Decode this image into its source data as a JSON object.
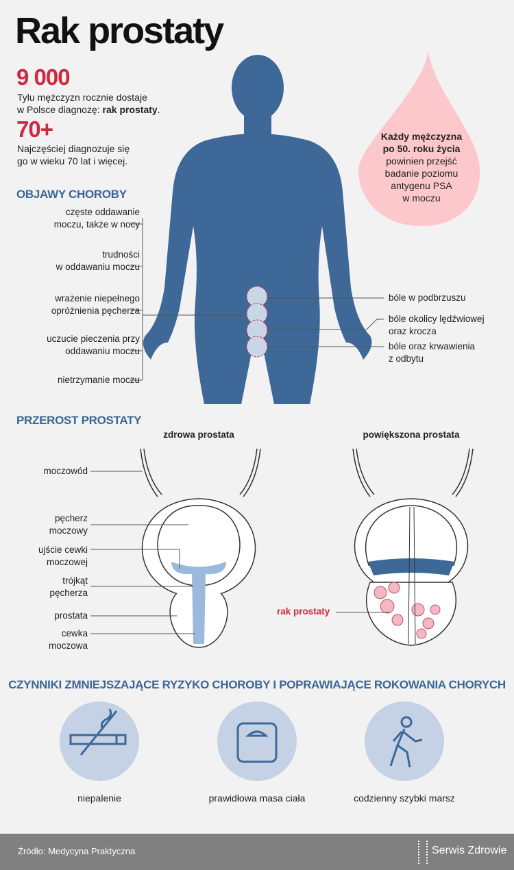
{
  "title": "Rak prostaty",
  "stats": [
    {
      "value": "9 000",
      "text_line1": "Tylu mężczyzn rocznie dostaje",
      "text_line2_pre": "w Polsce diagnozę: ",
      "text_line2_bold": "rak prostaty",
      "text_line2_post": "."
    },
    {
      "value": "70+",
      "text_line1": "Najczęściej diagnozuje się",
      "text_line2": "go w wieku 70 lat i więcej."
    }
  ],
  "psa_drop": {
    "bold1": "Każdy mężczyzna",
    "bold2": "po 50. roku życia",
    "l3": "powinien przejść",
    "l4": "badanie poziomu",
    "l5": "antygenu PSA",
    "l6": "w moczu"
  },
  "symptoms": {
    "heading": "OBJAWY CHOROBY",
    "left": [
      [
        "częste oddawanie",
        "moczu, także w nocy"
      ],
      [
        "trudności",
        "w oddawaniu moczu"
      ],
      [
        "wrażenie niepełnego",
        "opróżnienia pęcherza"
      ],
      [
        "uczucie pieczenia przy",
        "oddawaniu moczu"
      ],
      [
        "nietrzymanie moczu",
        ""
      ]
    ],
    "right": [
      [
        "bóle w podbrzuszu",
        ""
      ],
      [
        "bóle okolicy lędźwiowej",
        "oraz krocza"
      ],
      [
        "bóle oraz krwawienia",
        "z odbytu"
      ]
    ]
  },
  "hyperplasia": {
    "heading": "PRZEROST PROSTATY",
    "healthy": "zdrowa prostata",
    "enlarged": "powiększona prostata",
    "labels": [
      [
        "moczowód",
        ""
      ],
      [
        "pęcherz",
        "moczowy"
      ],
      [
        "ujście cewki",
        "moczowej"
      ],
      [
        "trójkąt",
        "pęcherza"
      ],
      [
        "prostata",
        ""
      ],
      [
        "cewka",
        "moczowa"
      ]
    ],
    "cancer_label": "rak prostaty"
  },
  "factors": {
    "heading": "CZYNNIKI ZMNIEJSZAJĄCE RYZYKO CHOROBY I POPRAWIAJĄCE ROKOWANIA CHORYCH",
    "items": [
      {
        "label": "niepalenie",
        "icon": "no-smoking-icon"
      },
      {
        "label": "prawidłowa masa ciała",
        "icon": "scale-icon"
      },
      {
        "label": "codzienny szybki marsz",
        "icon": "walking-icon"
      }
    ]
  },
  "footer": {
    "source": "Źródło: Medycyna Praktyczna",
    "brand": "Serwis Zdrowie"
  },
  "colors": {
    "red": "#d0283e",
    "blue": "#3d6897",
    "pink": "#fcc8cb",
    "footer": "#808080"
  }
}
